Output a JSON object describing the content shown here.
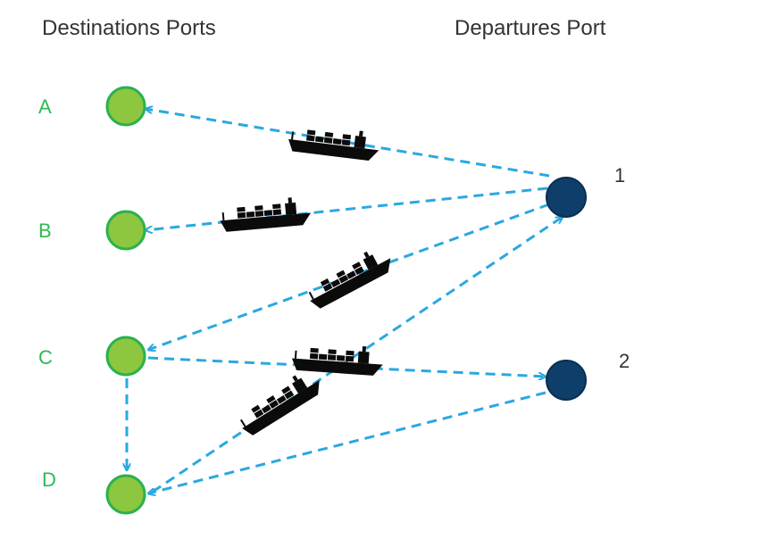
{
  "headers": {
    "destinations": "Destinations Ports",
    "departures": "Departures Port"
  },
  "destinations": [
    {
      "id": "A",
      "label": "A"
    },
    {
      "id": "B",
      "label": "B"
    },
    {
      "id": "C",
      "label": "C"
    },
    {
      "id": "D",
      "label": "D"
    }
  ],
  "departures": [
    {
      "id": "1",
      "label": "1"
    },
    {
      "id": "2",
      "label": "2"
    }
  ],
  "routes": [
    {
      "from": "1",
      "to": "A"
    },
    {
      "from": "1",
      "to": "B"
    },
    {
      "from": "1",
      "to": "C"
    },
    {
      "from": "D",
      "to": "1"
    },
    {
      "from": "C",
      "to": "2"
    },
    {
      "from": "2",
      "to": "D"
    },
    {
      "from": "C",
      "to": "D"
    }
  ],
  "colors": {
    "destination_fill": "#8dc63f",
    "destination_stroke": "#2ab24f",
    "departure_fill": "#0e3f6b",
    "departure_stroke": "#0a2e4f",
    "arrow": "#2aa8e0",
    "label_green": "#2dba52",
    "ship": "#0b0b0b"
  },
  "icons": {
    "ship": "container-ship-icon"
  }
}
